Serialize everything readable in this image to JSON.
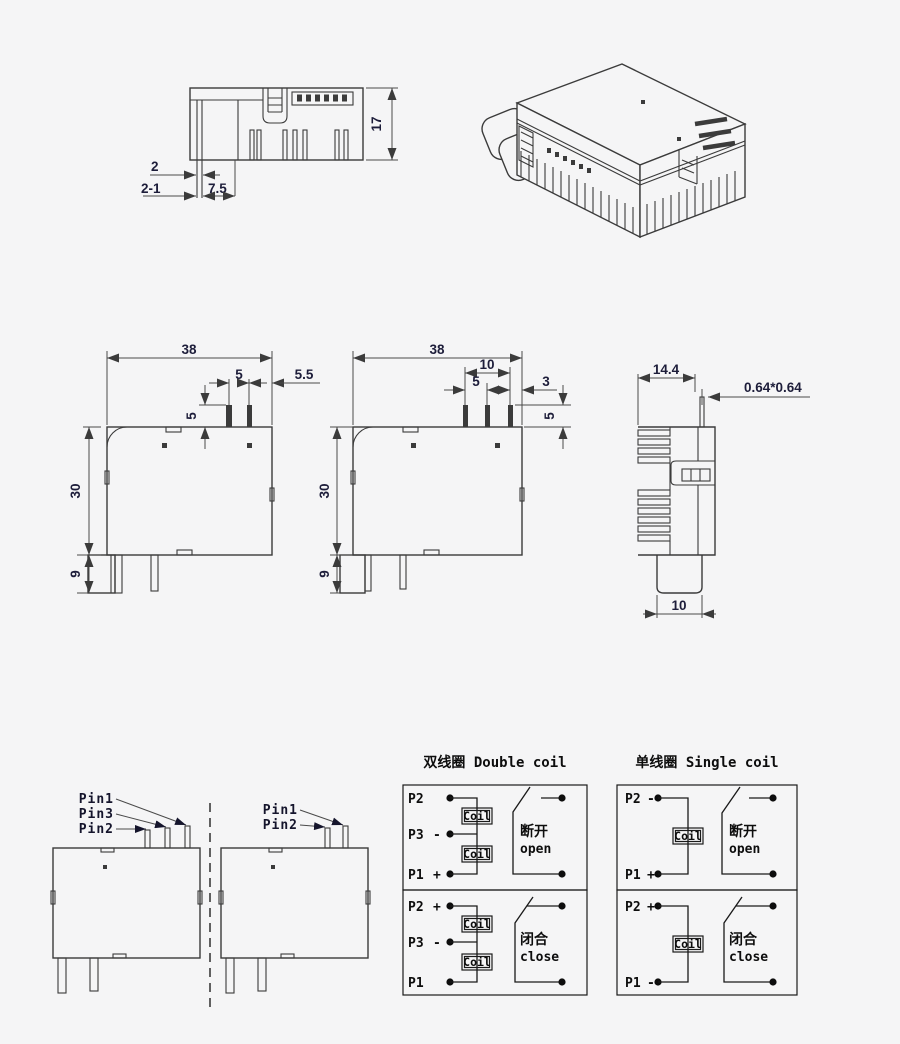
{
  "colors": {
    "background": "#f5f5f6",
    "line": "#3b3b3b",
    "dimension_text": "#1d1d3a",
    "schematic": "#1a1a1a"
  },
  "views": {
    "side_profile": {
      "height": "17",
      "pin_width": "2",
      "pin_callout": "2-1",
      "pin_offset": "7.5"
    },
    "front_double_pin": {
      "width": "38",
      "pin_pitch": "5",
      "pin_edge_distance": "5.5",
      "pin_height": "5",
      "height": "30",
      "leg_length": "9"
    },
    "front_triple_pin": {
      "width": "38",
      "outer_pitch": "10",
      "pin_pitch": "5",
      "pin_edge_distance": "3",
      "pin_height": "5",
      "height": "30",
      "leg_length": "9"
    },
    "side_narrow": {
      "width": "14.4",
      "pin_section": "0.64*0.64",
      "foot_width": "10"
    },
    "pin_id": {
      "left": [
        "Pin1",
        "Pin3",
        "Pin2"
      ],
      "right": [
        "Pin1",
        "Pin2"
      ]
    }
  },
  "schematics": {
    "double": {
      "title": "双线圈 Double coil",
      "coil": "Coil",
      "open": {
        "state_cn": "断开",
        "state_en": "open",
        "rows": [
          {
            "pin": "P2",
            "sign": ""
          },
          {
            "pin": "P3",
            "sign": "-"
          },
          {
            "pin": "P1",
            "sign": "+"
          }
        ]
      },
      "close": {
        "state_cn": "闭合",
        "state_en": "close",
        "rows": [
          {
            "pin": "P2",
            "sign": "+"
          },
          {
            "pin": "P3",
            "sign": "-"
          },
          {
            "pin": "P1",
            "sign": ""
          }
        ]
      }
    },
    "single": {
      "title": "单线圈 Single coil",
      "coil": "Coil",
      "open": {
        "state_cn": "断开",
        "state_en": "open",
        "rows": [
          {
            "pin": "P2",
            "sign": "-"
          },
          {
            "pin": "P1",
            "sign": "+"
          }
        ]
      },
      "close": {
        "state_cn": "闭合",
        "state_en": "close",
        "rows": [
          {
            "pin": "P2",
            "sign": "+"
          },
          {
            "pin": "P1",
            "sign": "-"
          }
        ]
      }
    }
  }
}
